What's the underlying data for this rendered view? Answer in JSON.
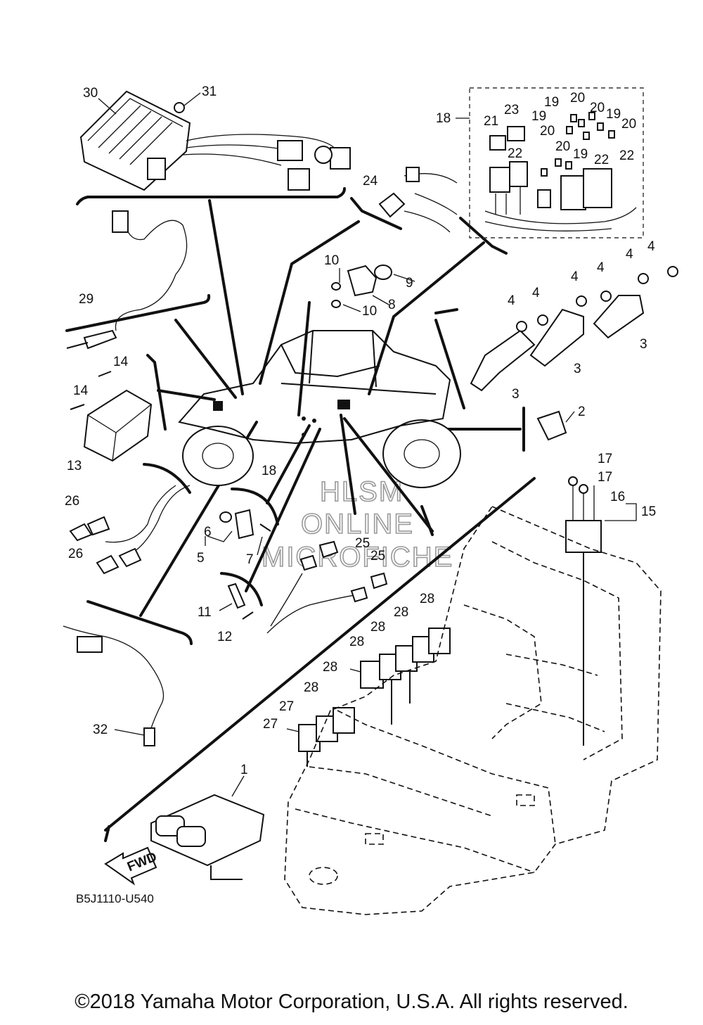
{
  "diagram": {
    "code": "B5J1110-U540",
    "copyright": "©2018 Yamaha Motor Corporation, U.S.A. All rights reserved.",
    "fwd_label": "FWD",
    "watermark": [
      "HLSM",
      "ONLINE",
      "MICROFICHE"
    ],
    "callouts": [
      {
        "id": "c30",
        "text": "30"
      },
      {
        "id": "c31",
        "text": "31"
      },
      {
        "id": "c29",
        "text": "29"
      },
      {
        "id": "c24",
        "text": "24"
      },
      {
        "id": "c18a",
        "text": "18"
      },
      {
        "id": "c21",
        "text": "21"
      },
      {
        "id": "c23",
        "text": "23"
      },
      {
        "id": "c19a",
        "text": "19"
      },
      {
        "id": "c20a",
        "text": "20"
      },
      {
        "id": "c19b",
        "text": "19"
      },
      {
        "id": "c20b",
        "text": "20"
      },
      {
        "id": "c19c",
        "text": "19"
      },
      {
        "id": "c20c",
        "text": "20"
      },
      {
        "id": "c20d",
        "text": "20"
      },
      {
        "id": "c22a",
        "text": "22"
      },
      {
        "id": "c20e",
        "text": "20"
      },
      {
        "id": "c19d",
        "text": "19"
      },
      {
        "id": "c22b",
        "text": "22"
      },
      {
        "id": "c22c",
        "text": "22"
      },
      {
        "id": "c10a",
        "text": "10"
      },
      {
        "id": "c9",
        "text": "9"
      },
      {
        "id": "c8",
        "text": "8"
      },
      {
        "id": "c10b",
        "text": "10"
      },
      {
        "id": "c4a",
        "text": "4"
      },
      {
        "id": "c4b",
        "text": "4"
      },
      {
        "id": "c4c",
        "text": "4"
      },
      {
        "id": "c4d",
        "text": "4"
      },
      {
        "id": "c4e",
        "text": "4"
      },
      {
        "id": "c4f",
        "text": "4"
      },
      {
        "id": "c3a",
        "text": "3"
      },
      {
        "id": "c3b",
        "text": "3"
      },
      {
        "id": "c3c",
        "text": "3"
      },
      {
        "id": "c14a",
        "text": "14"
      },
      {
        "id": "c14b",
        "text": "14"
      },
      {
        "id": "c13",
        "text": "13"
      },
      {
        "id": "c18b",
        "text": "18"
      },
      {
        "id": "c2",
        "text": "2"
      },
      {
        "id": "c17a",
        "text": "17"
      },
      {
        "id": "c17b",
        "text": "17"
      },
      {
        "id": "c16",
        "text": "16"
      },
      {
        "id": "c15",
        "text": "15"
      },
      {
        "id": "c26a",
        "text": "26"
      },
      {
        "id": "c26b",
        "text": "26"
      },
      {
        "id": "c6",
        "text": "6"
      },
      {
        "id": "c5",
        "text": "5"
      },
      {
        "id": "c7",
        "text": "7"
      },
      {
        "id": "c25a",
        "text": "25"
      },
      {
        "id": "c25b",
        "text": "25"
      },
      {
        "id": "c11",
        "text": "11"
      },
      {
        "id": "c12",
        "text": "12"
      },
      {
        "id": "c28a",
        "text": "28"
      },
      {
        "id": "c28b",
        "text": "28"
      },
      {
        "id": "c28c",
        "text": "28"
      },
      {
        "id": "c28d",
        "text": "28"
      },
      {
        "id": "c28e",
        "text": "28"
      },
      {
        "id": "c28f",
        "text": "28"
      },
      {
        "id": "c27a",
        "text": "27"
      },
      {
        "id": "c27b",
        "text": "27"
      },
      {
        "id": "c32",
        "text": "32"
      },
      {
        "id": "c1",
        "text": "1"
      }
    ]
  }
}
